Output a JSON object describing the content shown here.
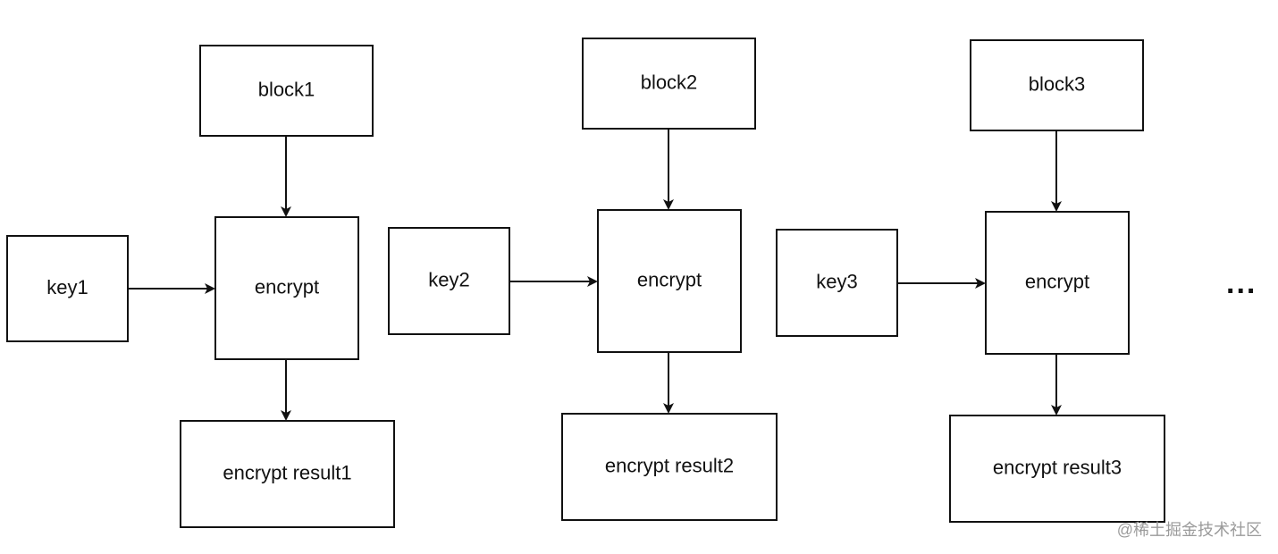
{
  "chain": {
    "stages": [
      {
        "block": "block1",
        "key": "key1",
        "process": "encrypt",
        "result": "encrypt result1"
      },
      {
        "block": "block2",
        "key": "key2",
        "process": "encrypt",
        "result": "encrypt result2"
      },
      {
        "block": "block3",
        "key": "key3",
        "process": "encrypt",
        "result": "encrypt result3"
      }
    ],
    "continuation": "..."
  },
  "watermark": "@稀土掘金技术社区"
}
